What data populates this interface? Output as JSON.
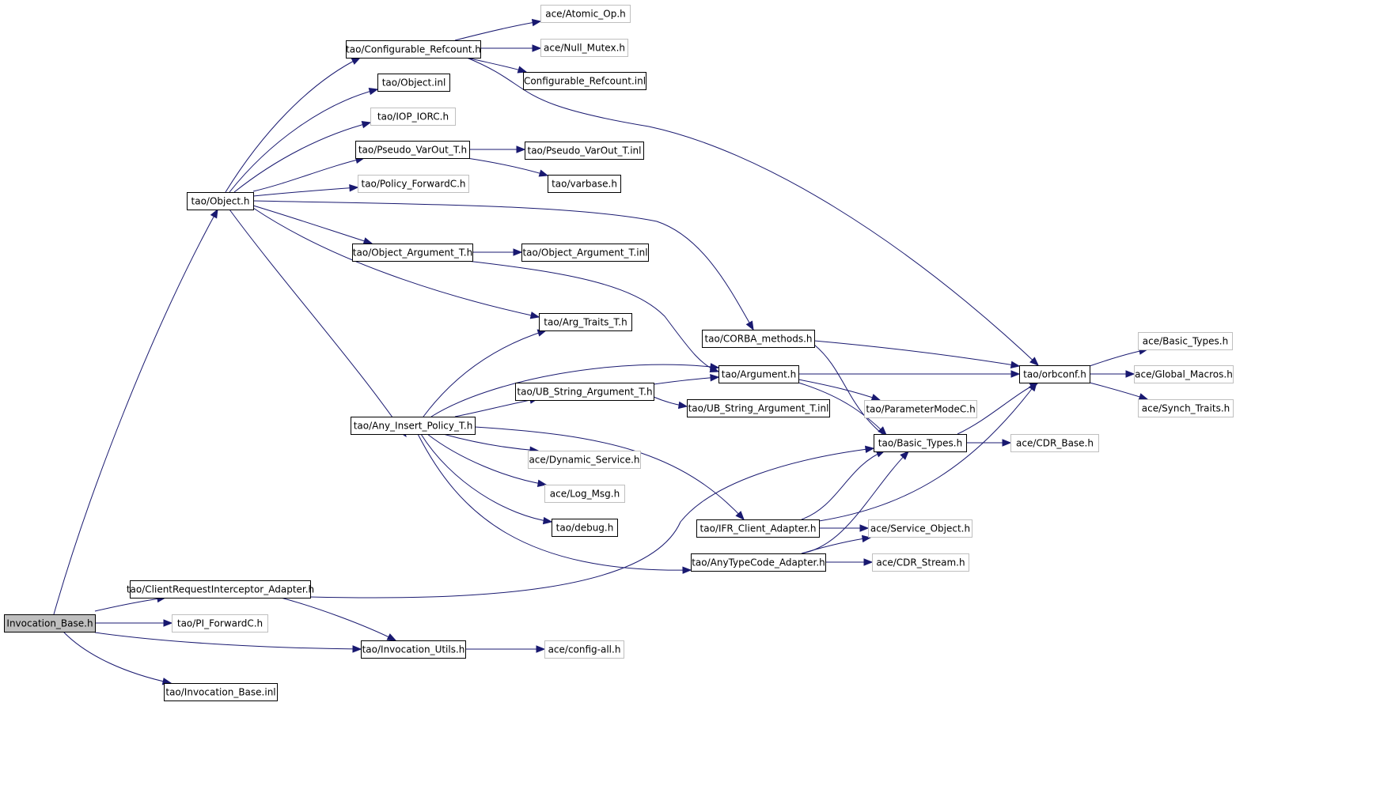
{
  "graph": {
    "colors": {
      "edge": "#191970",
      "documented_border": "#000000",
      "undocumented_border": "#bfbfbf",
      "root_fill": "#bfbfbf",
      "node_fill": "#ffffff"
    },
    "nodes": [
      {
        "id": "invocation_base",
        "label": "Invocation_Base.h",
        "style": "root"
      },
      {
        "id": "object_h",
        "label": "tao/Object.h",
        "style": "documented"
      },
      {
        "id": "configurable_refcount_h",
        "label": "tao/Configurable_Refcount.h",
        "style": "documented"
      },
      {
        "id": "atomic_op_h",
        "label": "ace/Atomic_Op.h",
        "style": "undocumented"
      },
      {
        "id": "null_mutex_h",
        "label": "ace/Null_Mutex.h",
        "style": "undocumented"
      },
      {
        "id": "configurable_refcount_inl",
        "label": "Configurable_Refcount.inl",
        "style": "documented"
      },
      {
        "id": "object_inl",
        "label": "tao/Object.inl",
        "style": "documented"
      },
      {
        "id": "iop_iorc_h",
        "label": "tao/IOP_IORC.h",
        "style": "undocumented"
      },
      {
        "id": "pseudo_varout_t_h",
        "label": "tao/Pseudo_VarOut_T.h",
        "style": "documented"
      },
      {
        "id": "pseudo_varout_t_inl",
        "label": "tao/Pseudo_VarOut_T.inl",
        "style": "documented"
      },
      {
        "id": "varbase_h",
        "label": "tao/varbase.h",
        "style": "documented"
      },
      {
        "id": "policy_forwardc_h",
        "label": "tao/Policy_ForwardC.h",
        "style": "undocumented"
      },
      {
        "id": "object_argument_t_h",
        "label": "tao/Object_Argument_T.h",
        "style": "documented"
      },
      {
        "id": "object_argument_t_inl",
        "label": "tao/Object_Argument_T.inl",
        "style": "documented"
      },
      {
        "id": "arg_traits_t_h",
        "label": "tao/Arg_Traits_T.h",
        "style": "documented"
      },
      {
        "id": "corba_methods_h",
        "label": "tao/CORBA_methods.h",
        "style": "documented"
      },
      {
        "id": "argument_h",
        "label": "tao/Argument.h",
        "style": "documented"
      },
      {
        "id": "orbconf_h",
        "label": "tao/orbconf.h",
        "style": "documented"
      },
      {
        "id": "ace_basic_types_h",
        "label": "ace/Basic_Types.h",
        "style": "undocumented"
      },
      {
        "id": "global_macros_h",
        "label": "ace/Global_Macros.h",
        "style": "undocumented"
      },
      {
        "id": "synch_traits_h",
        "label": "ace/Synch_Traits.h",
        "style": "undocumented"
      },
      {
        "id": "ub_string_argument_t_h",
        "label": "tao/UB_String_Argument_T.h",
        "style": "documented"
      },
      {
        "id": "ub_string_argument_t_inl",
        "label": "tao/UB_String_Argument_T.inl",
        "style": "documented"
      },
      {
        "id": "parametermodec_h",
        "label": "tao/ParameterModeC.h",
        "style": "undocumented"
      },
      {
        "id": "any_insert_policy_t_h",
        "label": "tao/Any_Insert_Policy_T.h",
        "style": "documented"
      },
      {
        "id": "tao_basic_types_h",
        "label": "tao/Basic_Types.h",
        "style": "documented"
      },
      {
        "id": "cdr_base_h",
        "label": "ace/CDR_Base.h",
        "style": "undocumented"
      },
      {
        "id": "dynamic_service_h",
        "label": "ace/Dynamic_Service.h",
        "style": "undocumented"
      },
      {
        "id": "log_msg_h",
        "label": "ace/Log_Msg.h",
        "style": "undocumented"
      },
      {
        "id": "debug_h",
        "label": "tao/debug.h",
        "style": "documented"
      },
      {
        "id": "ifr_client_adapter_h",
        "label": "tao/IFR_Client_Adapter.h",
        "style": "documented"
      },
      {
        "id": "service_object_h",
        "label": "ace/Service_Object.h",
        "style": "undocumented"
      },
      {
        "id": "anytypecode_adapter_h",
        "label": "tao/AnyTypeCode_Adapter.h",
        "style": "documented"
      },
      {
        "id": "cdr_stream_h",
        "label": "ace/CDR_Stream.h",
        "style": "undocumented"
      },
      {
        "id": "clientrequestinterceptor_adapter_h",
        "label": "tao/ClientRequestInterceptor_Adapter.h",
        "style": "documented"
      },
      {
        "id": "pi_forwardc_h",
        "label": "tao/PI_ForwardC.h",
        "style": "undocumented"
      },
      {
        "id": "invocation_utils_h",
        "label": "tao/Invocation_Utils.h",
        "style": "documented"
      },
      {
        "id": "config_all_h",
        "label": "ace/config-all.h",
        "style": "undocumented"
      },
      {
        "id": "invocation_base_inl",
        "label": "tao/Invocation_Base.inl",
        "style": "documented"
      }
    ],
    "edges": [
      {
        "from": "invocation_base",
        "to": "object_h"
      },
      {
        "from": "invocation_base",
        "to": "clientrequestinterceptor_adapter_h"
      },
      {
        "from": "invocation_base",
        "to": "pi_forwardc_h"
      },
      {
        "from": "invocation_base",
        "to": "invocation_utils_h"
      },
      {
        "from": "invocation_base",
        "to": "invocation_base_inl"
      },
      {
        "from": "object_h",
        "to": "configurable_refcount_h"
      },
      {
        "from": "object_h",
        "to": "object_inl"
      },
      {
        "from": "object_h",
        "to": "iop_iorc_h"
      },
      {
        "from": "object_h",
        "to": "pseudo_varout_t_h"
      },
      {
        "from": "object_h",
        "to": "policy_forwardc_h"
      },
      {
        "from": "object_h",
        "to": "corba_methods_h"
      },
      {
        "from": "object_h",
        "to": "object_argument_t_h"
      },
      {
        "from": "object_h",
        "to": "arg_traits_t_h"
      },
      {
        "from": "object_h",
        "to": "any_insert_policy_t_h"
      },
      {
        "from": "configurable_refcount_h",
        "to": "atomic_op_h"
      },
      {
        "from": "configurable_refcount_h",
        "to": "null_mutex_h"
      },
      {
        "from": "configurable_refcount_h",
        "to": "configurable_refcount_inl"
      },
      {
        "from": "configurable_refcount_h",
        "to": "orbconf_h"
      },
      {
        "from": "pseudo_varout_t_h",
        "to": "pseudo_varout_t_inl"
      },
      {
        "from": "pseudo_varout_t_h",
        "to": "varbase_h"
      },
      {
        "from": "object_argument_t_h",
        "to": "object_argument_t_inl"
      },
      {
        "from": "object_argument_t_h",
        "to": "argument_h"
      },
      {
        "from": "corba_methods_h",
        "to": "orbconf_h"
      },
      {
        "from": "corba_methods_h",
        "to": "tao_basic_types_h"
      },
      {
        "from": "argument_h",
        "to": "orbconf_h"
      },
      {
        "from": "argument_h",
        "to": "parametermodec_h"
      },
      {
        "from": "argument_h",
        "to": "tao_basic_types_h"
      },
      {
        "from": "orbconf_h",
        "to": "ace_basic_types_h"
      },
      {
        "from": "orbconf_h",
        "to": "global_macros_h"
      },
      {
        "from": "orbconf_h",
        "to": "synch_traits_h"
      },
      {
        "from": "any_insert_policy_t_h",
        "to": "arg_traits_t_h"
      },
      {
        "from": "any_insert_policy_t_h",
        "to": "argument_h"
      },
      {
        "from": "any_insert_policy_t_h",
        "to": "ub_string_argument_t_h"
      },
      {
        "from": "any_insert_policy_t_h",
        "to": "dynamic_service_h"
      },
      {
        "from": "any_insert_policy_t_h",
        "to": "log_msg_h"
      },
      {
        "from": "any_insert_policy_t_h",
        "to": "debug_h"
      },
      {
        "from": "any_insert_policy_t_h",
        "to": "ifr_client_adapter_h"
      },
      {
        "from": "any_insert_policy_t_h",
        "to": "anytypecode_adapter_h"
      },
      {
        "from": "ub_string_argument_t_h",
        "to": "argument_h"
      },
      {
        "from": "ub_string_argument_t_h",
        "to": "ub_string_argument_t_inl"
      },
      {
        "from": "tao_basic_types_h",
        "to": "orbconf_h"
      },
      {
        "from": "tao_basic_types_h",
        "to": "cdr_base_h"
      },
      {
        "from": "ifr_client_adapter_h",
        "to": "tao_basic_types_h"
      },
      {
        "from": "ifr_client_adapter_h",
        "to": "orbconf_h"
      },
      {
        "from": "ifr_client_adapter_h",
        "to": "service_object_h"
      },
      {
        "from": "anytypecode_adapter_h",
        "to": "tao_basic_types_h"
      },
      {
        "from": "anytypecode_adapter_h",
        "to": "service_object_h"
      },
      {
        "from": "anytypecode_adapter_h",
        "to": "cdr_stream_h"
      },
      {
        "from": "clientrequestinterceptor_adapter_h",
        "to": "tao_basic_types_h"
      },
      {
        "from": "clientrequestinterceptor_adapter_h",
        "to": "invocation_utils_h"
      },
      {
        "from": "invocation_utils_h",
        "to": "config_all_h"
      }
    ]
  }
}
